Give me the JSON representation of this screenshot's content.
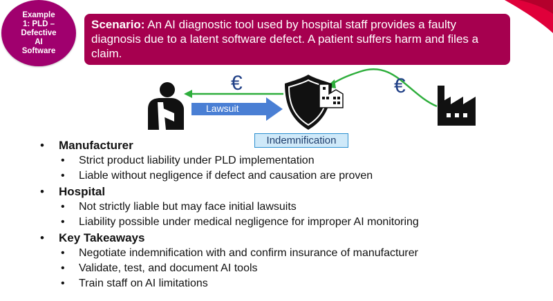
{
  "badge": {
    "text": "Example\n1: PLD –\nDefective\nAI\nSoftware"
  },
  "scenario": {
    "label": "Scenario:",
    "text": " An AI diagnostic tool used by hospital staff provides a faulty diagnosis due to a latent software defect. A patient suffers harm and files a claim."
  },
  "diagram": {
    "euro_left": "€",
    "euro_right": "€",
    "lawsuit_label": "Lawsuit",
    "indemnification_label": "Indemnification",
    "icons": [
      "injured-patient-icon",
      "hospital-shield-icon",
      "factory-icon"
    ],
    "colors": {
      "green_arrow": "#2eae3c",
      "lawsuit_arrow": "#4a7fd4",
      "euro": "#1f3f86"
    }
  },
  "sections": [
    {
      "title": "Manufacturer",
      "items": [
        "Strict product liability under PLD implementation",
        "Liable without negligence if defect and causation are proven"
      ]
    },
    {
      "title": "Hospital",
      "items": [
        "Not strictly liable but may face initial lawsuits",
        "Liability possible under medical negligence for improper AI monitoring"
      ]
    },
    {
      "title": "Key Takeaways",
      "items": [
        "Negotiate indemnification with and confirm insurance of manufacturer",
        "Validate, test, and document AI tools",
        "Train staff on AI limitations"
      ]
    }
  ],
  "bullet_symbols": {
    "main": "•",
    "sub": "•"
  }
}
